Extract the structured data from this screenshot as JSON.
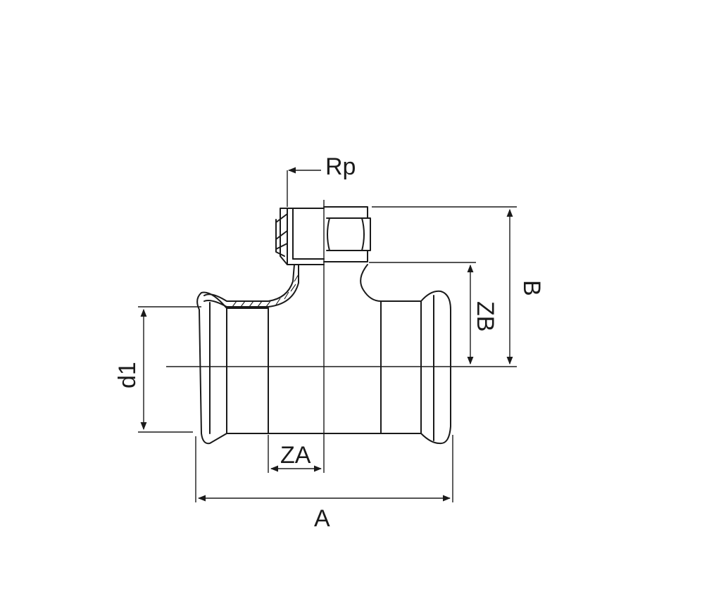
{
  "diagram": {
    "colors": {
      "line": "#1a1a1a",
      "background": "#ffffff"
    },
    "labels": {
      "rp": "Rp",
      "b": "B",
      "zb": "ZB",
      "d1": "d1",
      "za": "ZA",
      "a": "A"
    }
  }
}
